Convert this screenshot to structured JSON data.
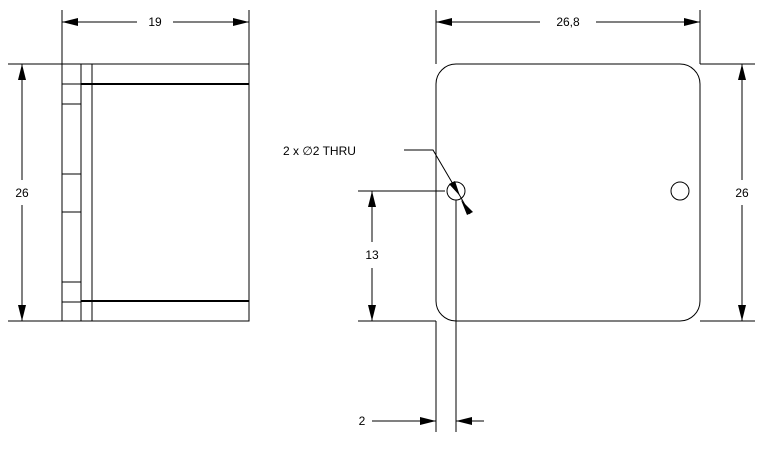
{
  "side_view": {
    "width_label": "19",
    "height_label": "26"
  },
  "front_view": {
    "width_label": "26,8",
    "height_label": "26",
    "hole_callout": "2 x ∅2 THRU",
    "hole_height_label": "13",
    "hole_offset_label": "2"
  }
}
